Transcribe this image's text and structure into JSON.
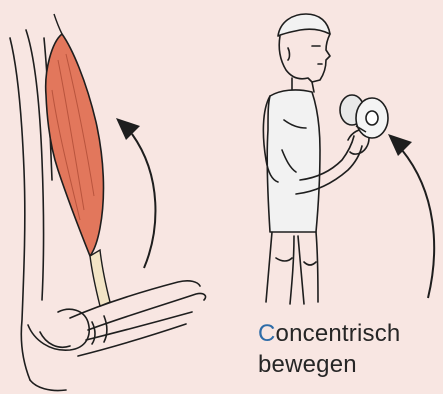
{
  "caption": {
    "line1_first_letter": "C",
    "line1_rest": "oncentrisch",
    "line2": "bewegen"
  },
  "colors": {
    "background": "#f8e6e2",
    "muscle": "#e2775c",
    "tendon": "#f3e5c6",
    "outline": "#1e1e1e",
    "accent_letter": "#2e6ca8"
  },
  "icons": [
    "arrow-curved-up-icon",
    "dumbbell-icon"
  ]
}
